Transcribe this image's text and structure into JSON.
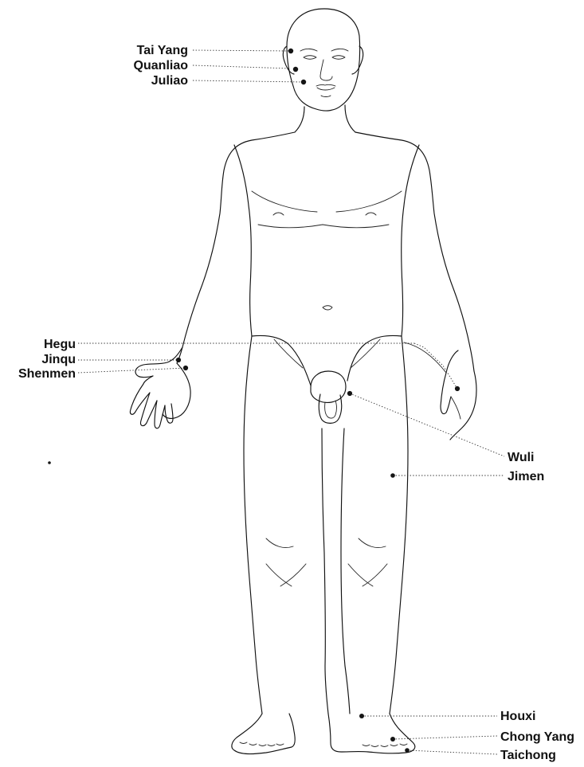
{
  "labels": {
    "tai_yang": "Tai Yang",
    "quanliao": "Quanliao",
    "juliao": "Juliao",
    "hegu": "Hegu",
    "jinqu": "Jinqu",
    "shenmen": "Shenmen",
    "wuli": "Wuli",
    "jimen": "Jimen",
    "houxi": "Houxi",
    "chong_yang": "Chong Yang",
    "taichong": "Taichong"
  },
  "icons": {
    "figure": "body-outline-icon",
    "point": "acupoint-dot-icon"
  }
}
